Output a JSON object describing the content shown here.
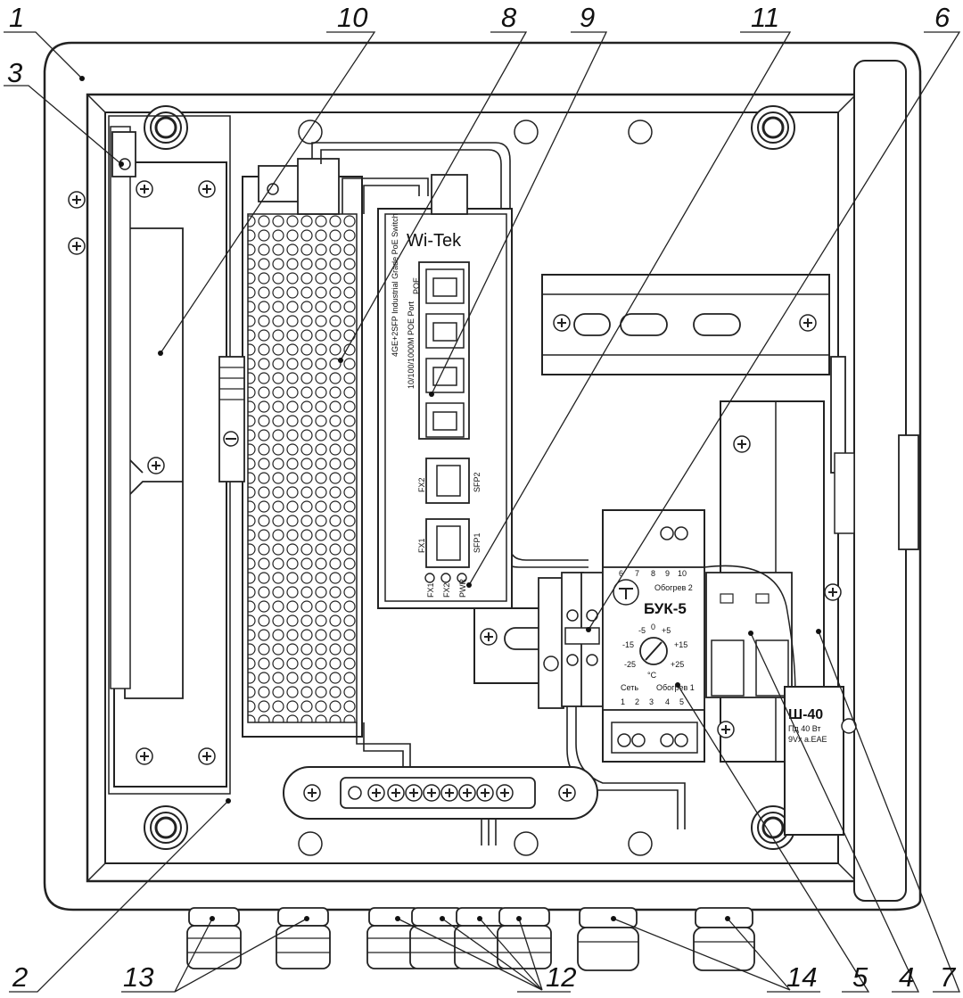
{
  "callouts": {
    "c1": "1",
    "c2": "2",
    "c3": "3",
    "c4": "4",
    "c5": "5",
    "c6": "6",
    "c7": "7",
    "c8": "8",
    "c9": "9",
    "c10": "10",
    "c11": "11",
    "c12": "12",
    "c13": "13",
    "c14": "14"
  },
  "switch": {
    "brand": "Wi-Tek",
    "model": "4GE+2SFP Industrial Grade PoE Switch",
    "ports": "10/100/1000M POE Port",
    "poe": "POE",
    "fx2": "FX2",
    "fx1": "FX1",
    "sfp2": "SFP2",
    "sfp1": "SFP1",
    "led_fx1": "FX1",
    "led_fx2": "FX2",
    "led_pwr": "PWR"
  },
  "controller": {
    "name": "БУК-5",
    "heat2": "Обогрев 2",
    "heat1": "Обогрев 1",
    "mains": "Сеть",
    "unit": "°C",
    "terminals_top": [
      "6",
      "7",
      "8",
      "9",
      "10"
    ],
    "terminals_bottom": [
      "1",
      "2",
      "3",
      "4",
      "5"
    ],
    "scale": [
      "-5",
      "0",
      "+5",
      "-15",
      "+15",
      "-25",
      "+25"
    ]
  },
  "heater": {
    "name": "Ш-40",
    "power": "Пд 40 Вт",
    "marking": "9Vx а.ЕАЕ"
  }
}
